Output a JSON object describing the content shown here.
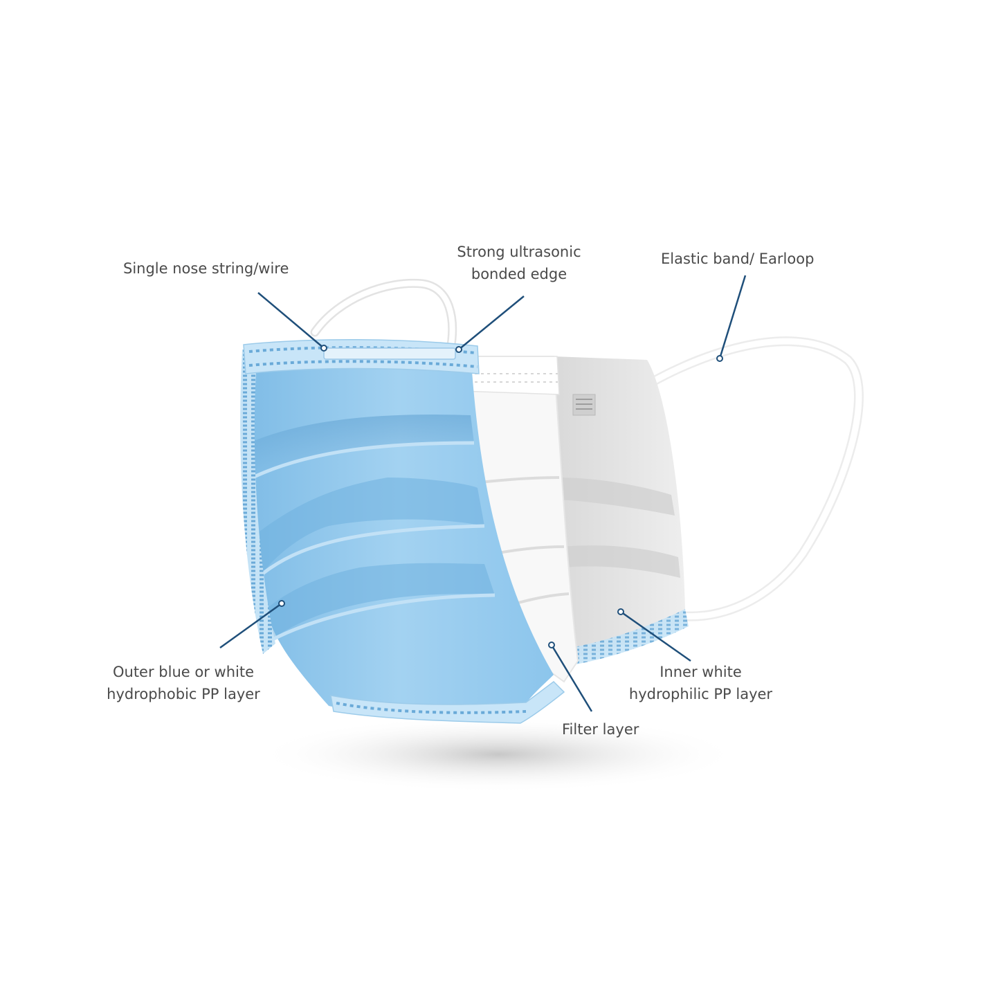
{
  "colors": {
    "background": "#ffffff",
    "label_text": "#4a4a4a",
    "leader_line": "#1f4f7a",
    "outer_layer_blue": "#8fc6eb",
    "filter_layer_white": "#f7f7f7",
    "inner_layer_gray": "#e4e4e4",
    "earloop": "#ffffff"
  },
  "labels": {
    "nose_wire": {
      "lines": [
        "Single nose string/wire"
      ]
    },
    "bonded_edge": {
      "lines": [
        "Strong ultrasonic",
        "bonded edge"
      ]
    },
    "earloop": {
      "lines": [
        "Elastic band/ Earloop"
      ]
    },
    "outer_layer": {
      "lines": [
        "Outer blue or white",
        "hydrophobic PP layer"
      ]
    },
    "filter_layer": {
      "lines": [
        "Filter layer"
      ]
    },
    "inner_layer": {
      "lines": [
        "Inner white",
        "hydrophilic PP layer"
      ]
    }
  }
}
